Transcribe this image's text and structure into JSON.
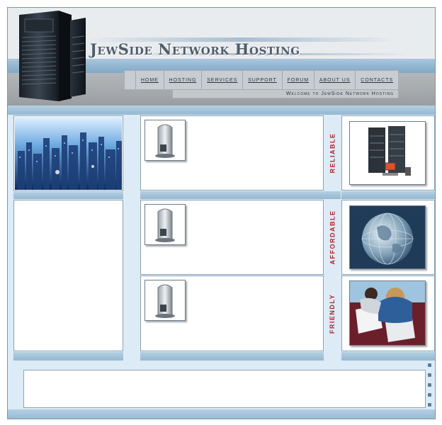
{
  "header": {
    "title": "JewSide Network Hosting",
    "welcome": "Welcome to JewSide Network Hosting"
  },
  "nav": {
    "items": [
      {
        "label": "Home"
      },
      {
        "label": "Hosting"
      },
      {
        "label": "Services"
      },
      {
        "label": "Support"
      },
      {
        "label": "Forum"
      },
      {
        "label": "About Us"
      },
      {
        "label": "Contacts"
      }
    ]
  },
  "features": {
    "reliable": "Reliable",
    "affordable": "Affordable",
    "friendly": "Friendly"
  },
  "colors": {
    "accent": "#b2222b",
    "brand_blue": "#95b8d1",
    "title": "#4f5c69"
  },
  "icons": {
    "header_image": "server-rack-icon",
    "content_icon": "server-tower-icon",
    "city_image": "city-photo",
    "rack_image": "server-rack-photo",
    "globe_image": "globe-photo",
    "team_image": "team-photo"
  }
}
